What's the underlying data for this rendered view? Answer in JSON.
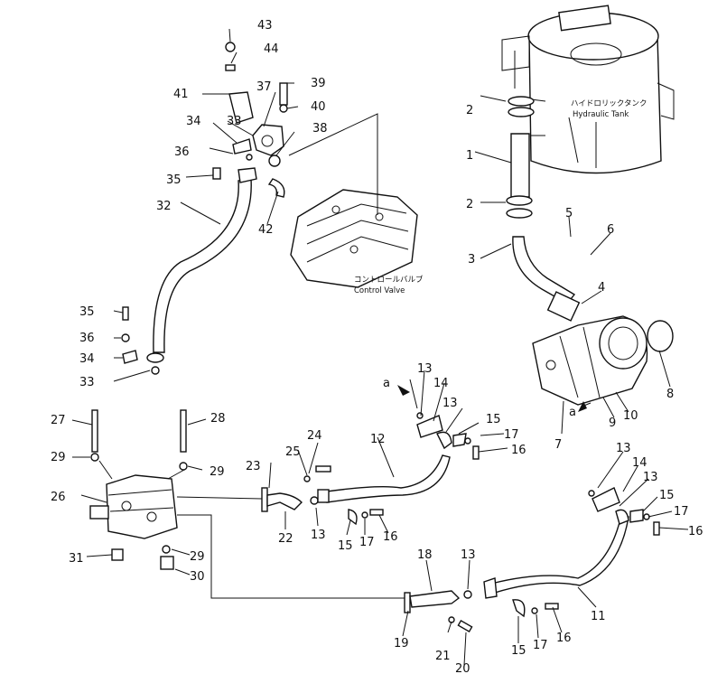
{
  "labels": {
    "l1": "1",
    "l2a": "2",
    "l2b": "2",
    "l3": "3",
    "l4": "4",
    "l5": "5",
    "l6": "6",
    "l7": "7",
    "l8": "8",
    "l9": "9",
    "l10": "10",
    "l11": "11",
    "l12": "12",
    "l13a": "13",
    "l13b": "13",
    "l13c": "13",
    "l13d": "13",
    "l13e": "13",
    "l13f": "13",
    "l14a": "14",
    "l14b": "14",
    "l15a": "15",
    "l15b": "15",
    "l15c": "15",
    "l15d": "15",
    "l16a": "16",
    "l16b": "16",
    "l16c": "16",
    "l16d": "16",
    "l17a": "17",
    "l17b": "17",
    "l17c": "17",
    "l17d": "17",
    "l18": "18",
    "l19": "19",
    "l20": "20",
    "l21": "21",
    "l22": "22",
    "l23": "23",
    "l24": "24",
    "l25": "25",
    "l26": "26",
    "l27": "27",
    "l28": "28",
    "l29a": "29",
    "l29b": "29",
    "l29c": "29",
    "l30": "30",
    "l31": "31",
    "l32": "32",
    "l33a": "33",
    "l33b": "33",
    "l34a": "34",
    "l34b": "34",
    "l35a": "35",
    "l35b": "35",
    "l36a": "36",
    "l36b": "36",
    "l37": "37",
    "l38": "38",
    "l39": "39",
    "l40": "40",
    "l41": "41",
    "l42": "42",
    "l43": "43",
    "l44": "44",
    "la1": "a",
    "la2": "a"
  },
  "captions": {
    "tank_jp": "ハイドロリックタンク",
    "tank_en": "Hydraulic Tank",
    "valve_jp": "コントロールバルブ",
    "valve_en": "Control Valve"
  }
}
